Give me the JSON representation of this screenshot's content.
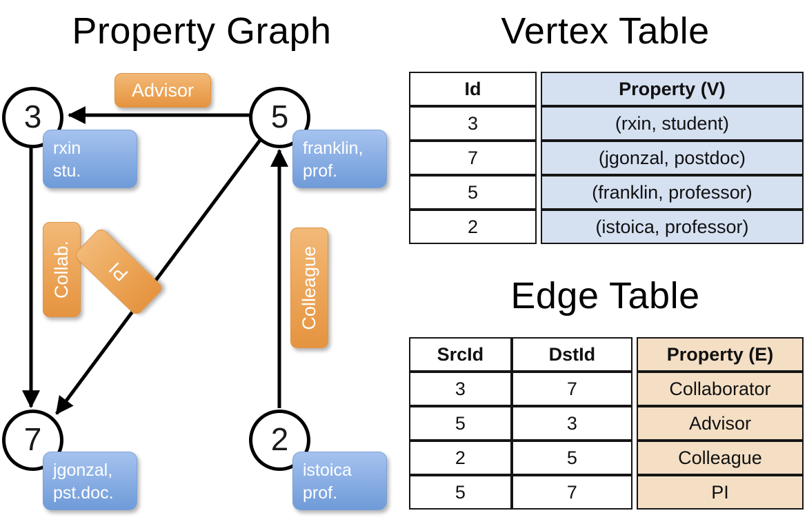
{
  "titles": {
    "property_graph": "Property Graph",
    "vertex_table": "Vertex Table",
    "edge_table": "Edge Table"
  },
  "colors": {
    "vertex_property_fill": "#d5e0f1",
    "edge_property_fill": "#f4dfc5",
    "vertex_callout": "#8fb2e6",
    "edge_label": "#eda85c",
    "stroke": "#000000"
  },
  "graph": {
    "nodes": [
      {
        "id": "3",
        "property_line1": "rxin",
        "property_line2": "stu."
      },
      {
        "id": "5",
        "property_line1": "franklin,",
        "property_line2": "prof."
      },
      {
        "id": "7",
        "property_line1": "jgonzal,",
        "property_line2": "pst.doc."
      },
      {
        "id": "2",
        "property_line1": "istoica",
        "property_line2": "prof."
      }
    ],
    "edge_labels": [
      {
        "name": "advisor",
        "text": "Advisor"
      },
      {
        "name": "collaborator",
        "text": "Collab."
      },
      {
        "name": "pi",
        "text": "PI"
      },
      {
        "name": "colleague",
        "text": "Colleague"
      }
    ]
  },
  "vertex_table": {
    "headers": [
      "Id",
      "Property (V)"
    ],
    "rows": [
      {
        "id": "3",
        "property": "(rxin, student)"
      },
      {
        "id": "7",
        "property": "(jgonzal, postdoc)"
      },
      {
        "id": "5",
        "property": "(franklin, professor)"
      },
      {
        "id": "2",
        "property": "(istoica, professor)"
      }
    ]
  },
  "edge_table": {
    "headers": [
      "SrcId",
      "DstId",
      "Property (E)"
    ],
    "rows": [
      {
        "src": "3",
        "dst": "7",
        "property": "Collaborator"
      },
      {
        "src": "5",
        "dst": "3",
        "property": "Advisor"
      },
      {
        "src": "2",
        "dst": "5",
        "property": "Colleague"
      },
      {
        "src": "5",
        "dst": "7",
        "property": "PI"
      }
    ]
  }
}
